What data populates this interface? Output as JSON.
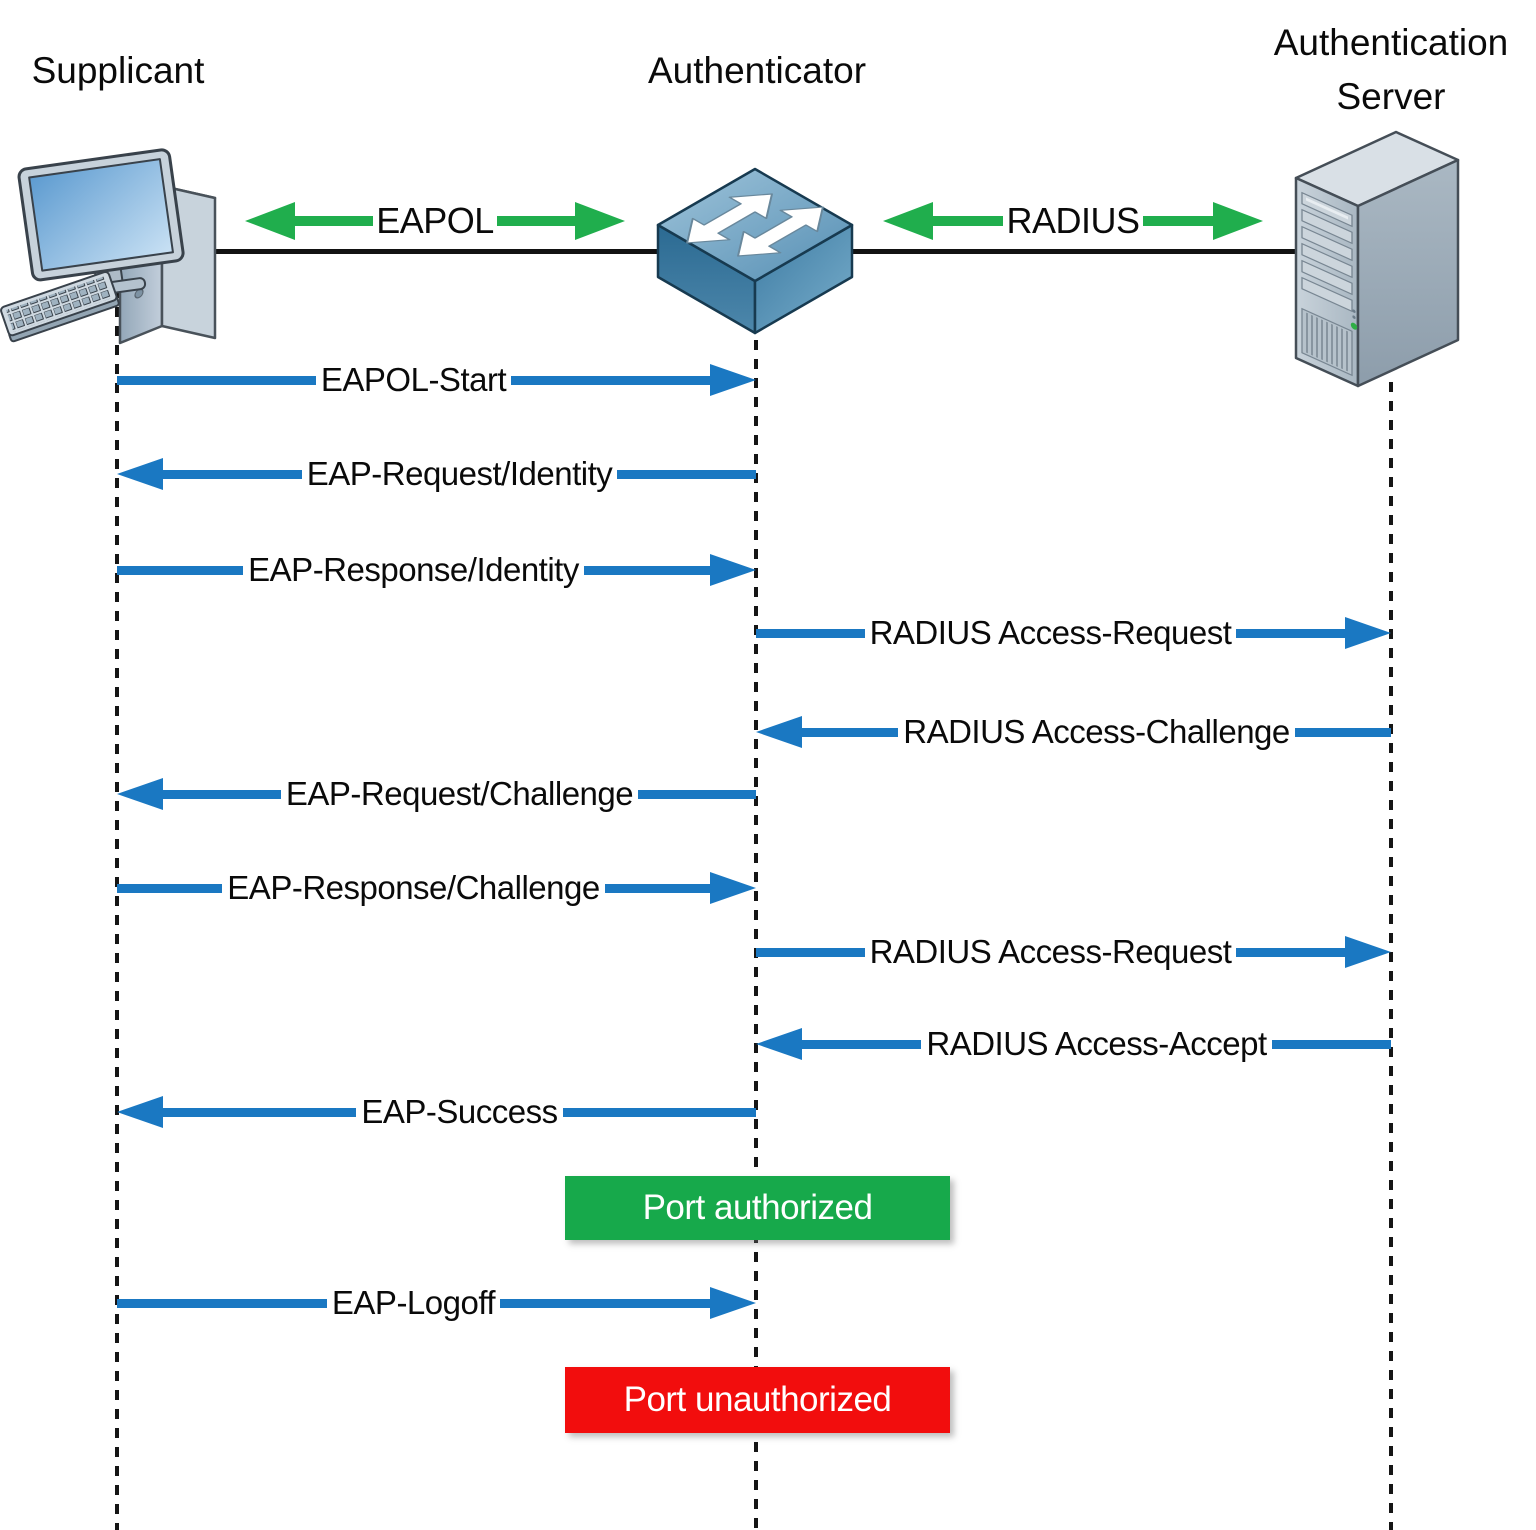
{
  "actors": [
    {
      "name": "Supplicant",
      "icon": "desktop-computer-icon"
    },
    {
      "name": "Authenticator",
      "icon": "network-switch-icon"
    },
    {
      "name": "Authentication Server",
      "icon": "server-tower-icon"
    }
  ],
  "links": [
    {
      "label": "EAPOL",
      "between": [
        "supplicant",
        "authenticator"
      ]
    },
    {
      "label": "RADIUS",
      "between": [
        "authenticator",
        "authentication-server"
      ]
    }
  ],
  "messages": [
    {
      "label": "EAPOL-Start",
      "from": "supplicant",
      "to": "authenticator"
    },
    {
      "label": "EAP-Request/Identity",
      "from": "authenticator",
      "to": "supplicant"
    },
    {
      "label": "EAP-Response/Identity",
      "from": "supplicant",
      "to": "authenticator"
    },
    {
      "label": "RADIUS Access-Request",
      "from": "authenticator",
      "to": "authentication-server"
    },
    {
      "label": "RADIUS Access-Challenge",
      "from": "authentication-server",
      "to": "authenticator"
    },
    {
      "label": "EAP-Request/Challenge",
      "from": "authenticator",
      "to": "supplicant"
    },
    {
      "label": "EAP-Response/Challenge",
      "from": "supplicant",
      "to": "authenticator"
    },
    {
      "label": "RADIUS Access-Request",
      "from": "authenticator",
      "to": "authentication-server"
    },
    {
      "label": "RADIUS Access-Accept",
      "from": "authentication-server",
      "to": "authenticator"
    },
    {
      "label": "EAP-Success",
      "from": "authenticator",
      "to": "supplicant"
    },
    {
      "label": "EAP-Logoff",
      "from": "supplicant",
      "to": "authenticator"
    }
  ],
  "states": [
    {
      "label": "Port authorized",
      "color": "#17a94b"
    },
    {
      "label": "Port unauthorized",
      "color": "#f20d0d"
    }
  ],
  "colors": {
    "message_arrow": "#1a78c2",
    "link_arrow": "#20ae4d",
    "authorized": "#17a94b",
    "unauthorized": "#f20d0d"
  }
}
